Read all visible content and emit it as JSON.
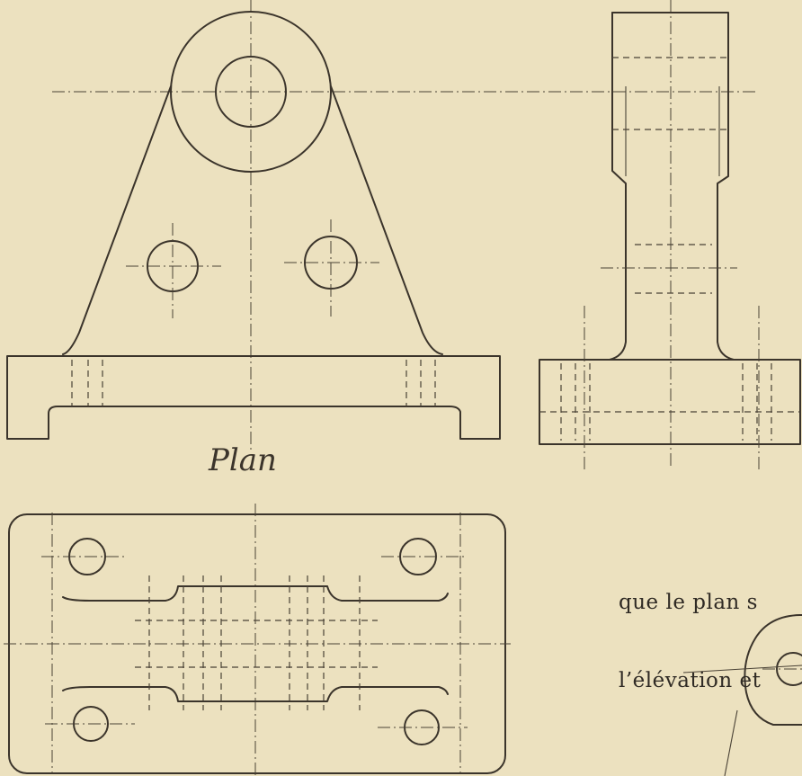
{
  "labels": {
    "plan": "Plan"
  },
  "caption": {
    "line1": "que le plan s",
    "line2": "l’élévation et"
  },
  "colors": {
    "paper": "#ece1bf",
    "ink": "#3b342b"
  }
}
